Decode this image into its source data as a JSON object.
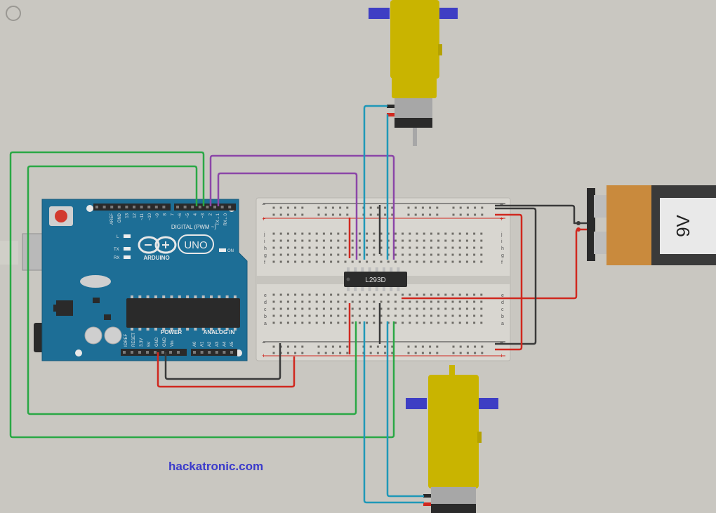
{
  "arduino": {
    "model": "UNO",
    "brand": "ARDUINO",
    "digital_label": "DIGITAL (PWM ~)",
    "on_label": "ON",
    "power_label": "POWER",
    "analog_label": "ANALOG IN",
    "led_labels": [
      "L",
      "TX",
      "RX"
    ],
    "digital_pins": [
      "AREF",
      "GND",
      "13",
      "12",
      "~11",
      "~10",
      "~9",
      "8",
      "7",
      "~6",
      "~5",
      "4",
      "~3",
      "2",
      "TX→1",
      "RX←0"
    ],
    "power_pins": [
      "IOREF",
      "RESET",
      "3.3V",
      "5V",
      "GND",
      "GND",
      "Vin"
    ],
    "analog_pins": [
      "A0",
      "A1",
      "A2",
      "A3",
      "A4",
      "A5"
    ]
  },
  "breadboard": {
    "row_letters_top": [
      "j",
      "i",
      "h",
      "g",
      "f"
    ],
    "row_letters_bottom": [
      "e",
      "d",
      "c",
      "b",
      "a"
    ],
    "columns": 30,
    "rail_plus": "+",
    "rail_minus": "−"
  },
  "ic": {
    "label": "L293D"
  },
  "battery": {
    "label": "9V"
  },
  "watermark": "hackatronic.com",
  "colors": {
    "background": "#c9c7c1",
    "arduino_board": "#1d6e96",
    "breadboard": "#d8d6d0",
    "motor_body": "#c9b400",
    "battery_body": "#c98a3d",
    "wire_green": "#2aa845",
    "wire_purple": "#8b46a8",
    "wire_blue": "#1f98b8",
    "wire_red": "#d0281f",
    "wire_black": "#3a3a3a",
    "wheel": "#3e3ec4"
  }
}
